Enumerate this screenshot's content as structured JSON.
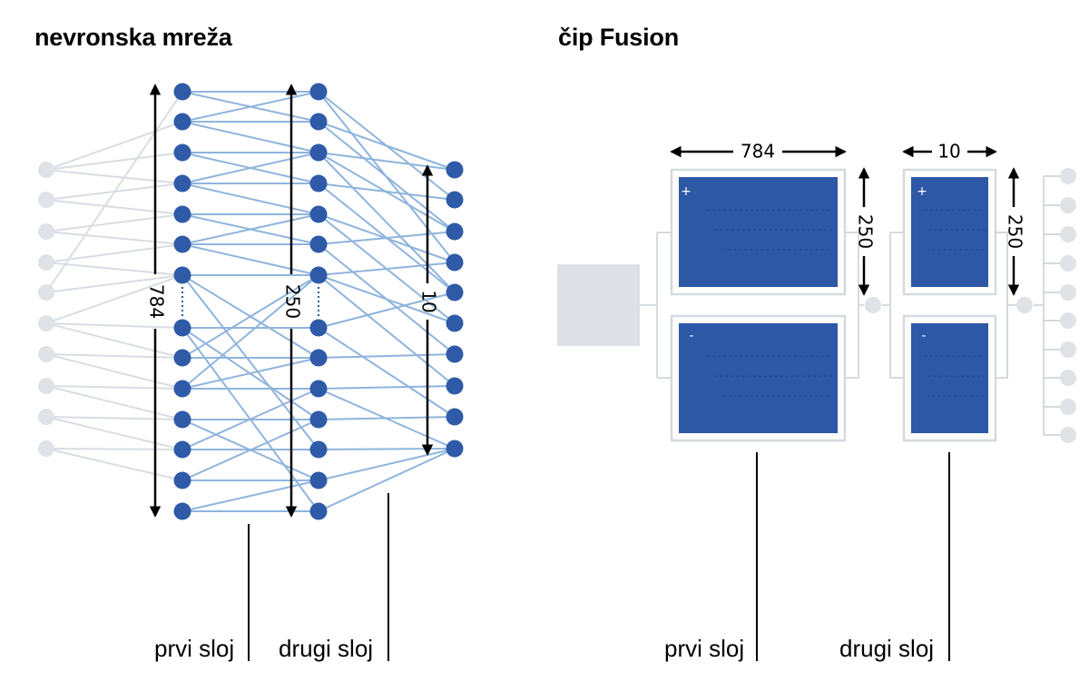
{
  "left_panel": {
    "title": "nevronska mreža",
    "dim_input": "784",
    "dim_hidden": "250",
    "dim_output": "10",
    "label_first_layer": "prvi sloj",
    "label_second_layer": "drugi sloj"
  },
  "right_panel": {
    "title": "čip Fusion",
    "dim_first_width": "784",
    "dim_first_height": "250",
    "dim_second_width": "10",
    "dim_second_height": "250",
    "plus_sign": "+",
    "minus_sign": "-",
    "label_first_layer": "prvi sloj",
    "label_second_layer": "drugi sloj"
  },
  "colors": {
    "node_blue": "#2e5aa8",
    "edge_blue": "#8fb4dd",
    "node_gray": "#dfe2e6",
    "edge_gray": "#d9dde2",
    "crossbar_blue": "#2d58a6",
    "frame_gray": "#d6dade",
    "block_gray": "#dde1e5"
  }
}
